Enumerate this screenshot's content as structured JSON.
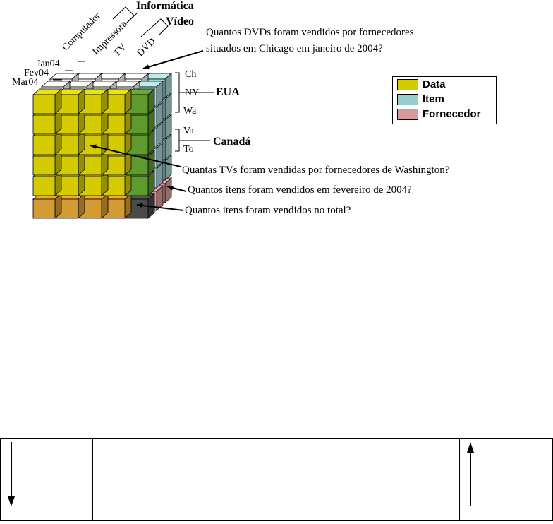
{
  "dimensions": {
    "items": [
      "Computador",
      "Impressora",
      "TV",
      "DVD"
    ],
    "item_groups": [
      "Informática",
      "Vídeo"
    ],
    "dates": [
      "Jan04",
      "Fev04",
      "Mar04"
    ],
    "suppliers": [
      "Ch",
      "NY",
      "Wa",
      "Va",
      "To"
    ],
    "supplier_groups": [
      "EUA",
      "Canadá"
    ]
  },
  "questions": [
    "Quantos DVDs foram vendidos por fornecedores",
    "situados em Chicago em janeiro de 2004?",
    "Quantas TVs foram vendidas por fornecedores de Washington?",
    "Quantos itens foram vendidos em fevereiro de 2004?",
    "Quantos itens foram vendidos no total?"
  ],
  "legend": [
    {
      "label": "Data",
      "color": "#d4cc00"
    },
    {
      "label": "Item",
      "color": "#99cccc"
    },
    {
      "label": "Fornecedor",
      "color": "#d99a9a"
    }
  ],
  "colors": {
    "yellow": "#d4cc00",
    "green": "#5e9a2e",
    "orange": "#d49a34",
    "dark": "#4a4a4a",
    "white": "#f4f4f4",
    "blue": "#a8d4d4",
    "pink": "#d99a9a"
  }
}
